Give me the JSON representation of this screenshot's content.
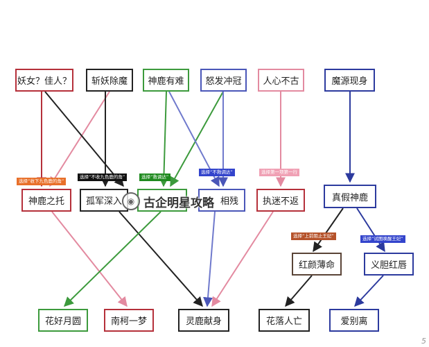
{
  "nodes": {
    "n1": "妖女？佳人？",
    "n2": "斩妖除魔",
    "n3": "神鹿有难",
    "n4": "怒发冲冠",
    "n5": "人心不古",
    "n6": "魔源现身",
    "m1": "神鹿之托",
    "m2": "孤军深入",
    "m3": "",
    "m4": "相残",
    "m5": "执迷不返",
    "m6": "真假神鹿",
    "r1": "红颜薄命",
    "r2": "义胆红唇",
    "e1": "花好月圆",
    "e2": "南柯一梦",
    "e3": "灵鹿献身",
    "e4": "花落人亡",
    "e5": "爱别离"
  },
  "tags": {
    "t1": "选择“收下九色鹿的角”",
    "t2": "选择“不收九色鹿的角”",
    "t3": "选择“救调达”",
    "t4": "选择“不救调达”",
    "t5": "选择第一项第一行",
    "t6": "选择“上前阻止王妃”",
    "t7": "选择“试图唤醒王妃”"
  },
  "colors": {
    "red": "#b5303a",
    "black": "#222222",
    "green": "#3c9a3c",
    "blue": "#4a56b8",
    "pink": "#e38aa0",
    "navy": "#2c3a9e",
    "brown": "#5a4437",
    "tag_orange": "#e8702a",
    "tag_black": "#111111",
    "tag_green": "#1f8a1f",
    "tag_blue": "#3344cc",
    "tag_pink": "#f0a0b4",
    "tag_brown": "#b5522a"
  },
  "watermark": "古企明星攻略",
  "corner_mark": "5"
}
